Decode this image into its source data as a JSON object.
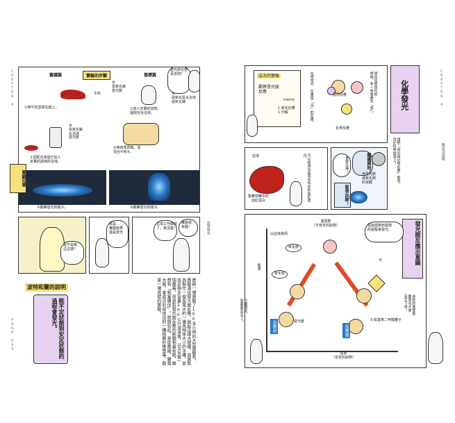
{
  "left_page": {
    "chapter_tab": "CHAPTER 4",
    "page_number": "PAGE 099",
    "side_label": "化學發光",
    "steps_header": "實驗的步驟",
    "col_left": "蓄讀篇",
    "col_right": "基礎篇",
    "top_speech": "發光部也很喜悦吧？",
    "milk_label": "牛奶",
    "step1": "①將牛奶塗抹在紙上。",
    "ingredients_a": "水\n氫氧化鈉\n發光胺",
    "ingredients_b": "水\n氫氧化鈉\n水溶液\n發光胺",
    "bottle_b": "水\n過氧化氫水溶液\n過氧化酵",
    "step1b": "①加入定量的試劑，\n讓劑完全溶液。",
    "step2": "②調配溶液過已加入\n定量的試劑的溶液。",
    "step2b": "②將四周調暗，並\n混合④和⑧。",
    "done_badge": "實驗完畢",
    "step3": "③觀察發光的樣子。",
    "step3b": "③觀察發光的樣子。",
    "comic_speech_1": "是不是做\n這這樣？",
    "comic_speech_2": "那是…\n實驗結果\n還是發光",
    "comic_speech_3": "這項工作做結\n了，真清楚！",
    "comic_speech_4": "實驗很\n有趣！",
    "margin_label": "化學發光",
    "callout_title": "波特和蘭的說明",
    "callout_body": "能不定狀態到安定狀態的過程會發光。",
    "text_body": "歷經一場實驗了100多小時的大型實驗秀，實驗演出發光胺反應，說起這樣大規模，具實既為製作一個長寬大約一邊為相米大小的水槽，並找足夠多容量200公升溶液後，以次水實一個團事，但我對發光胺反應的經驗相當有限，聯想到「相當讚佳」，就錯如此，我從晚期，聲勢大展，會成功的成效出的一種相類的推想事，都是一場成就的實驗。"
  },
  "right_page": {
    "chapter_tab": "CHAPTER 4",
    "title": "化學發光",
    "tab_label": "應該沒用錯",
    "speech_top_1": "發出化學發光的\n時候，有一些會產生「熱」。",
    "speech_top_2": "化學發光\n反應是「光」的反應。",
    "label_heat": "發熱反應",
    "label_chem": "化學反應",
    "notes_title": "這次的實驗",
    "notes_line1": "觀察發光胺\n反應",
    "notes_memo": "memo",
    "notes_memo2": "1.氧化反應\n1.分解",
    "blood_label": "血液",
    "blood_sub": "警察偵察中的\n血紅蛋白",
    "speech_blood": "可以檢測出血液中所含的血紅蛋白。",
    "speech_huh": "會發光嗎！",
    "reaction_badge": "鑑識開始！",
    "found_badge": "發現血跡！",
    "lum_note": "含發光胺\n或氧化劑\n的液體",
    "speech_top_right": "請把「曾光與化學反應」照亮，\n用於科學搜查上！",
    "diagram_title": "發光胺反應示意圖",
    "excited_label": "激發態\n（不安定的狀態）",
    "oxidizer_ex": "以血液為例",
    "oxidizer_label": "氧化劑",
    "oxidizer2": "氧化劑",
    "light_label": "光",
    "lum_label": "發光胺",
    "ground_label": "基態\n（安定的狀態）",
    "product_label": "3-氨基苯二甲酸離子",
    "reactant_box": "反應前",
    "after_box": "反應後",
    "energy_axis": "能量",
    "diagram_speech": "從激發態到基態\n的過程會發光。",
    "speech_bottom_left": "只要發光、\n就要變安定了？",
    "speech_bottom_right": "達到的激發態\n要發光才會\n安定下來！"
  },
  "colors": {
    "purple": "#e7d3f1",
    "red": "#e04a2a",
    "blue": "#2b78c8",
    "dark": "#1f2a3a",
    "yellow": "#f6e27a"
  }
}
